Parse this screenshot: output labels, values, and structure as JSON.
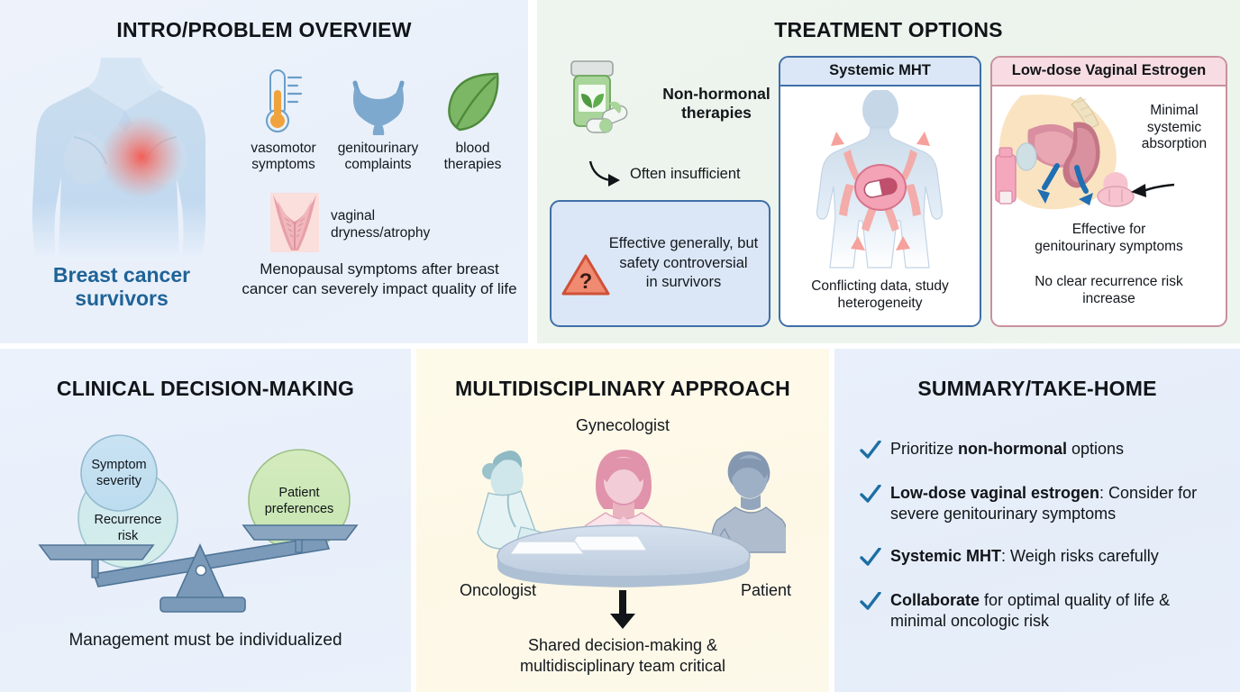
{
  "panels": {
    "intro": {
      "title": "INTRO/PROBLEM OVERVIEW",
      "subject_label_line1": "Breast cancer",
      "subject_label_line2": "survivors",
      "icons": [
        {
          "icon": "thermometer-icon",
          "caption_line1": "vasomotor",
          "caption_line2": "symptoms"
        },
        {
          "icon": "bladder-icon",
          "caption_line1": "genitourinary",
          "caption_line2": "complaints"
        },
        {
          "icon": "leaf-icon",
          "caption_line1": "blood",
          "caption_line2": "therapies"
        }
      ],
      "vaginal": {
        "icon": "vaginal-atrophy-icon",
        "caption_line1": "vaginal",
        "caption_line2": "dryness/atrophy"
      },
      "footer": "Menopausal symptoms after breast cancer can severely impact quality of life"
    },
    "treatment": {
      "title": "TREATMENT OPTIONS",
      "nonhormonal": {
        "icon": "pill-bottle-icon",
        "label_line1": "Non-hormonal",
        "label_line2": "therapies",
        "arrow_note": "Often insufficient"
      },
      "warning_box": {
        "icon": "warning-question-icon",
        "text_line1": "Effective generally, but",
        "text_line2": "safety controversial",
        "text_line3": "in survivors"
      },
      "cards": [
        {
          "id": "systemic-mht",
          "header": "Systemic MHT",
          "figure": "female-body-systemic-distribution-icon",
          "caption_line1": "Conflicting data, study",
          "caption_line2": "heterogeneity"
        },
        {
          "id": "low-dose-vaginal-estrogen",
          "header": "Low-dose Vaginal Estrogen",
          "figure": "pelvic-anatomy-icon",
          "note_line1": "Minimal",
          "note_line2": "systemic",
          "note_line3": "absorption",
          "caption_line1": "Effective for",
          "caption_line2": "genitourinary symptoms",
          "caption2_line1": "No clear recurrence risk",
          "caption2_line2": "increase"
        }
      ]
    },
    "clinical": {
      "title": "CLINICAL DECISION-MAKING",
      "left_bubble_top_line1": "Symptom",
      "left_bubble_top_line2": "severity",
      "left_bubble_bottom_line1": "Recurrence",
      "left_bubble_bottom_line2": "risk",
      "right_bubble_line1": "Patient",
      "right_bubble_line2": "preferences",
      "footer": "Management must be individualized"
    },
    "multidisciplinary": {
      "title": "MULTIDISCIPLINARY APPROACH",
      "role_top": "Gynecologist",
      "role_left": "Oncologist",
      "role_right": "Patient",
      "footer_line1": "Shared decision-making &",
      "footer_line2": "multidisciplinary team critical"
    },
    "summary": {
      "title": "SUMMARY/TAKE-HOME",
      "items": [
        {
          "icon": "check-icon",
          "pre": "Prioritize ",
          "bold": "non-hormonal",
          "post": " options"
        },
        {
          "icon": "check-icon",
          "pre": "",
          "bold": "Low-dose vaginal estrogen",
          "post": ": Consider for severe genitourinary symptoms"
        },
        {
          "icon": "check-icon",
          "pre": "",
          "bold": "Systemic MHT",
          "post": ": Weigh risks carefully"
        },
        {
          "icon": "check-icon",
          "pre": "",
          "bold": "Collaborate",
          "post": " for optimal quality of life & minimal oncologic risk"
        }
      ]
    }
  },
  "colors": {
    "intro_bg": "#eaf0fa",
    "treatment_bg": "#edf4ed",
    "clinical_bg": "#e9f0fa",
    "multidisciplinary_bg": "#fdf8e8",
    "summary_bg": "#e7effa",
    "accent_blue": "#1f6397",
    "card_blue_border": "#3f6fa8",
    "card_blue_head": "#dbe7f6",
    "card_pink_border": "#c9909e",
    "card_pink_head": "#f7dde3",
    "check_blue": "#1d6ea3",
    "leaf_green": "#6aab57",
    "warning_orange": "#e8705a",
    "hotspot_red": "#f3685f",
    "body_blue": "#c3d8ef"
  }
}
